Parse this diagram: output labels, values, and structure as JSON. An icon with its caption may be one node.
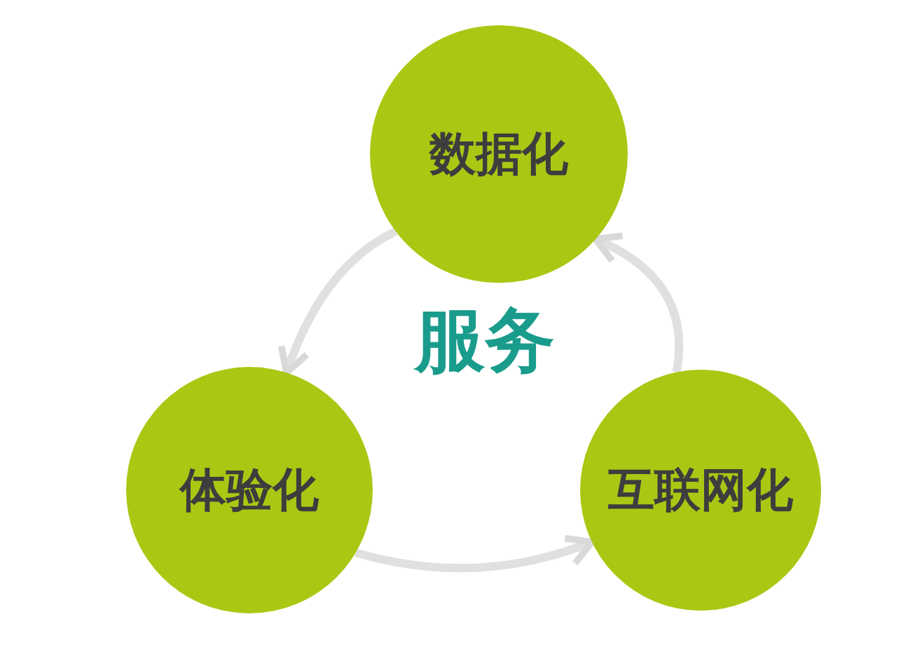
{
  "diagram": {
    "nodes": [
      {
        "text": [
          "数据化"
        ]
      },
      {
        "text": [
          "体验化"
        ]
      },
      {
        "text": [
          "互联网化"
        ]
      }
    ],
    "edges": [
      {
        "from": 0,
        "to": 1,
        "arrow": "to"
      },
      {
        "from": 1,
        "to": 2,
        "arrow": "to"
      },
      {
        "from": 2,
        "to": 0,
        "arrow": "to"
      }
    ],
    "labels": [
      "服务"
    ]
  }
}
